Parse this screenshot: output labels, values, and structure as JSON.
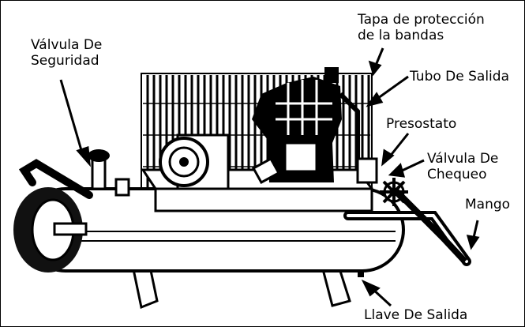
{
  "labels": {
    "valvula_seguridad": "Válvula De\nSeguridad",
    "tapa_proteccion": "Tapa de protección\nde la bandas",
    "tubo_salida": "Tubo De Salida",
    "presostato": "Presostato",
    "valvula_chequeo": "Válvula De\nChequeo",
    "mango": "Mango",
    "llave_salida": "Llave De Salida"
  },
  "colors": {
    "line": "#000000",
    "fill": "#ffffff"
  }
}
